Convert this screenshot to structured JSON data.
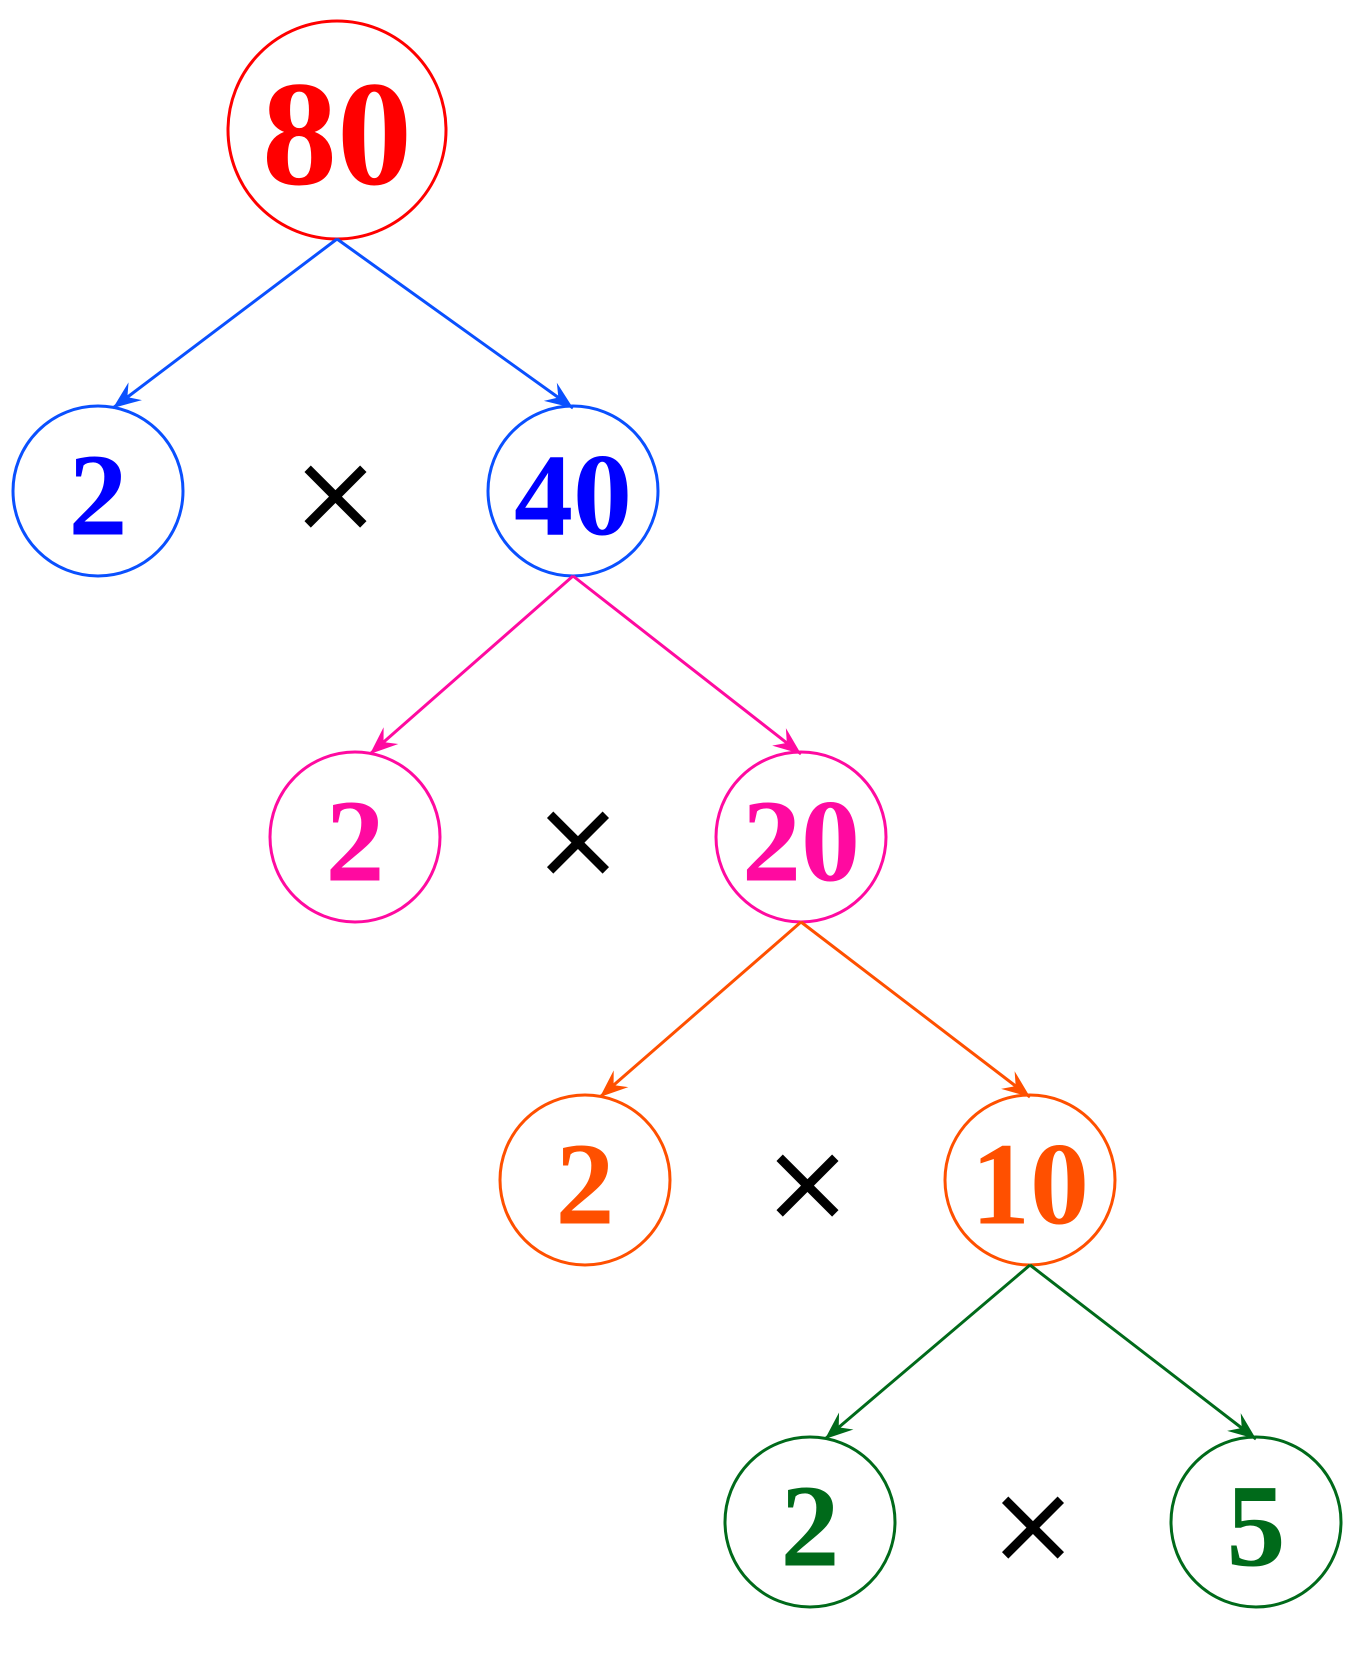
{
  "title": "Factor tree of 80",
  "root": {
    "value": "80",
    "color": "#ff0000",
    "stroke": "#ff0000"
  },
  "levels": [
    {
      "left": "2",
      "right": "40",
      "operator": "×",
      "text_color": "#0000ff",
      "stroke": "#0a50ff"
    },
    {
      "left": "2",
      "right": "20",
      "operator": "×",
      "text_color": "#ff0aa0",
      "stroke": "#ff0aa0"
    },
    {
      "left": "2",
      "right": "10",
      "operator": "×",
      "text_color": "#ff5000",
      "stroke": "#ff5000"
    },
    {
      "left": "2",
      "right": "5",
      "operator": "×",
      "text_color": "#006a1a",
      "stroke": "#006a1a"
    }
  ]
}
